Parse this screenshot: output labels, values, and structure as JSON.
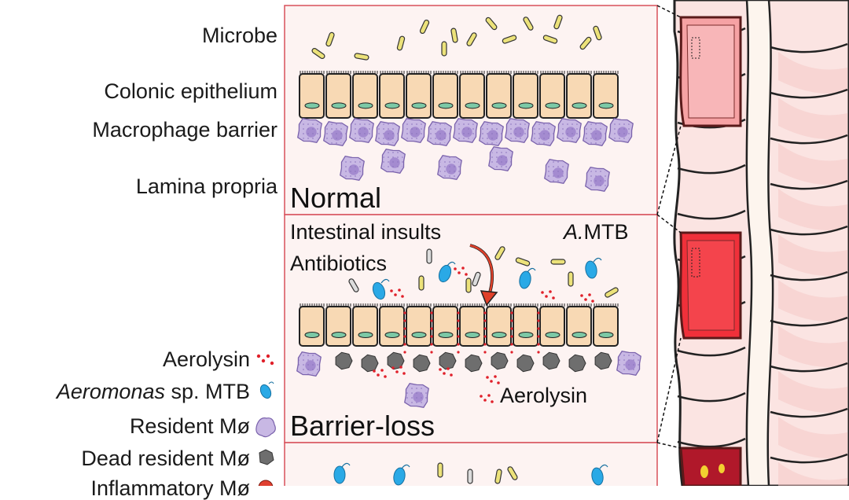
{
  "legend_top": {
    "microbe": "Microbe",
    "colonic_epithelium": "Colonic epithelium",
    "macrophage_barrier": "Macrophage barrier",
    "lamina_propria": "Lamina propria"
  },
  "legend_bottom": {
    "aerolysin": "Aerolysin",
    "aeromonas_italic": "Aeromonas",
    "aeromonas_rest": " sp. MTB",
    "resident": "Resident Mø",
    "dead_resident": "Dead resident Mø",
    "inflammatory": "Inflammatory Mø"
  },
  "panels": {
    "normal": "Normal",
    "barrier_loss": "Barrier-loss",
    "intestinal_insults": "Intestinal insults",
    "antibiotics": "Antibiotics",
    "amtb_italic": "A.",
    "amtb_rest": "MTB",
    "aerolysin_label": "Aerolysin"
  },
  "colors": {
    "panel_border": "#d8505a",
    "panel_bg": "#fdf3f2",
    "cell_fill": "#f8d9b4",
    "nucleus": "#7cc9a6",
    "macrophage": "#c8b8e4",
    "macrophage_nucleus": "#a48bd0",
    "dead_macrophage": "#6e6e6e",
    "aerolysin": "#e0202a",
    "bacterium": "#2aa9e6",
    "microbe": "#ece27a",
    "colon_pink": "#f6c5c3"
  }
}
